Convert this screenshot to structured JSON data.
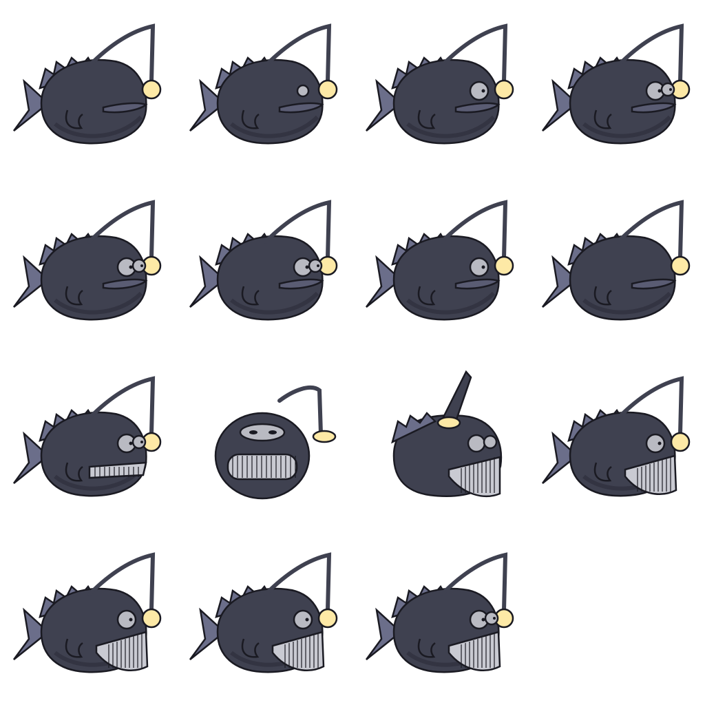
{
  "sprite_sheet": {
    "subject": "anglerfish",
    "grid": {
      "columns": 4,
      "rows": 4
    },
    "frame_count": 15,
    "colors": {
      "body": "#3f4150",
      "body_shade": "#2b2c38",
      "fin": "#6b6e8a",
      "outline": "#1a1a22",
      "eye": "#b9bac2",
      "lip": "#5a5c73",
      "teeth": "#c9cad2",
      "lure": "#fde9a6",
      "background": "#ffffff"
    },
    "frames": [
      {
        "eyes": "none",
        "mouth": "closed",
        "pose": "side"
      },
      {
        "eyes": "peek",
        "mouth": "closed",
        "pose": "side"
      },
      {
        "eyes": "one",
        "mouth": "closed",
        "pose": "side"
      },
      {
        "eyes": "two",
        "mouth": "closed",
        "pose": "side"
      },
      {
        "eyes": "two",
        "mouth": "closed",
        "pose": "side"
      },
      {
        "eyes": "two",
        "mouth": "closed",
        "pose": "side"
      },
      {
        "eyes": "one",
        "mouth": "closed",
        "pose": "side"
      },
      {
        "eyes": "none",
        "mouth": "closed",
        "pose": "side"
      },
      {
        "eyes": "two",
        "mouth": "teeth",
        "pose": "side"
      },
      {
        "eyes": "flat",
        "mouth": "teeth",
        "pose": "front"
      },
      {
        "eyes": "two",
        "mouth": "open",
        "pose": "lure-up"
      },
      {
        "eyes": "one",
        "mouth": "open",
        "pose": "lure-front"
      },
      {
        "eyes": "one",
        "mouth": "open",
        "pose": "side"
      },
      {
        "eyes": "one",
        "mouth": "open",
        "pose": "side"
      },
      {
        "eyes": "two",
        "mouth": "open",
        "pose": "side"
      }
    ]
  }
}
